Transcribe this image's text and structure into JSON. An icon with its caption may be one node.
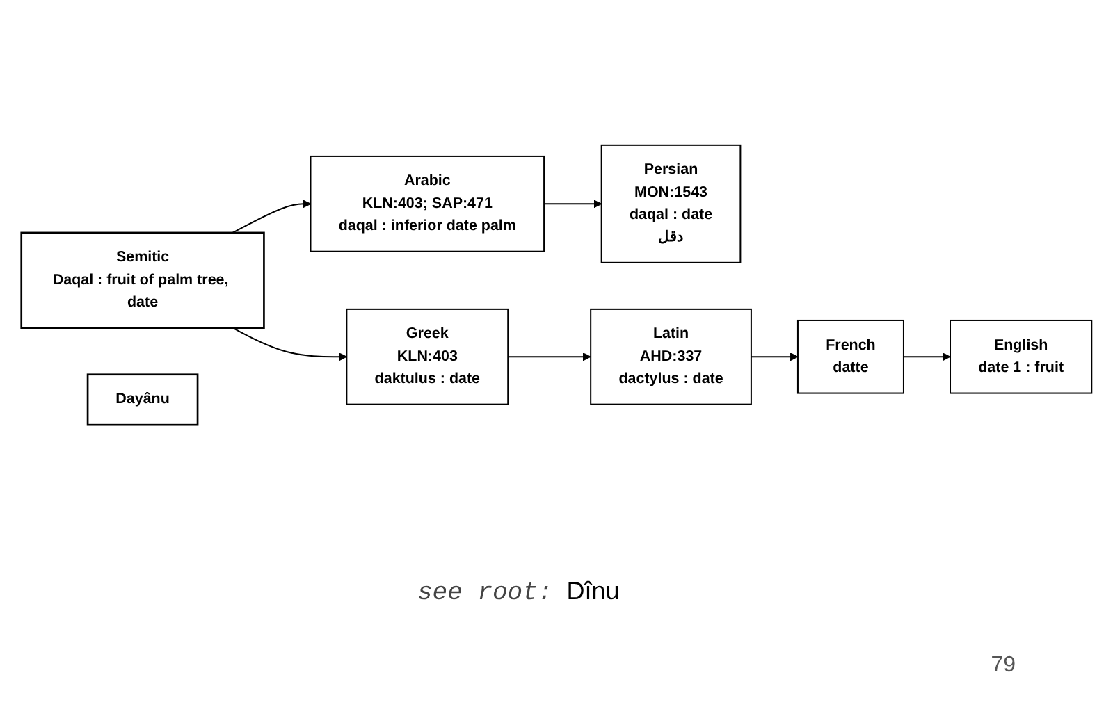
{
  "diagram": {
    "nodes": [
      {
        "text": [
          "Semitic",
          "Daqal : fruit of palm tree, date"
        ]
      },
      {
        "text": [
          "Arabic",
          "KLN:403; SAP:471",
          "daqal : inferior date palm"
        ]
      },
      {
        "text": [
          "Persian",
          "MON:1543",
          "daqal : date",
          "دقل"
        ]
      },
      {
        "text": [
          "Greek",
          "KLN:403",
          "daktulus : date"
        ]
      },
      {
        "text": [
          "Latin",
          "AHD:337",
          "dactylus : date"
        ]
      },
      {
        "text": [
          "French",
          "datte"
        ]
      },
      {
        "text": [
          "English",
          "date 1 : fruit"
        ]
      },
      {
        "text": [
          "Dayânu"
        ]
      }
    ],
    "edges": [
      {
        "from": 0,
        "to": 1,
        "arrow": "to"
      },
      {
        "from": 0,
        "to": 3,
        "arrow": "to"
      },
      {
        "from": 1,
        "to": 2,
        "arrow": "to"
      },
      {
        "from": 3,
        "to": 4,
        "arrow": "to"
      },
      {
        "from": 4,
        "to": 5,
        "arrow": "to"
      },
      {
        "from": 5,
        "to": 6,
        "arrow": "to"
      }
    ],
    "labels": [
      "see root:",
      "Dînu",
      "79"
    ]
  }
}
